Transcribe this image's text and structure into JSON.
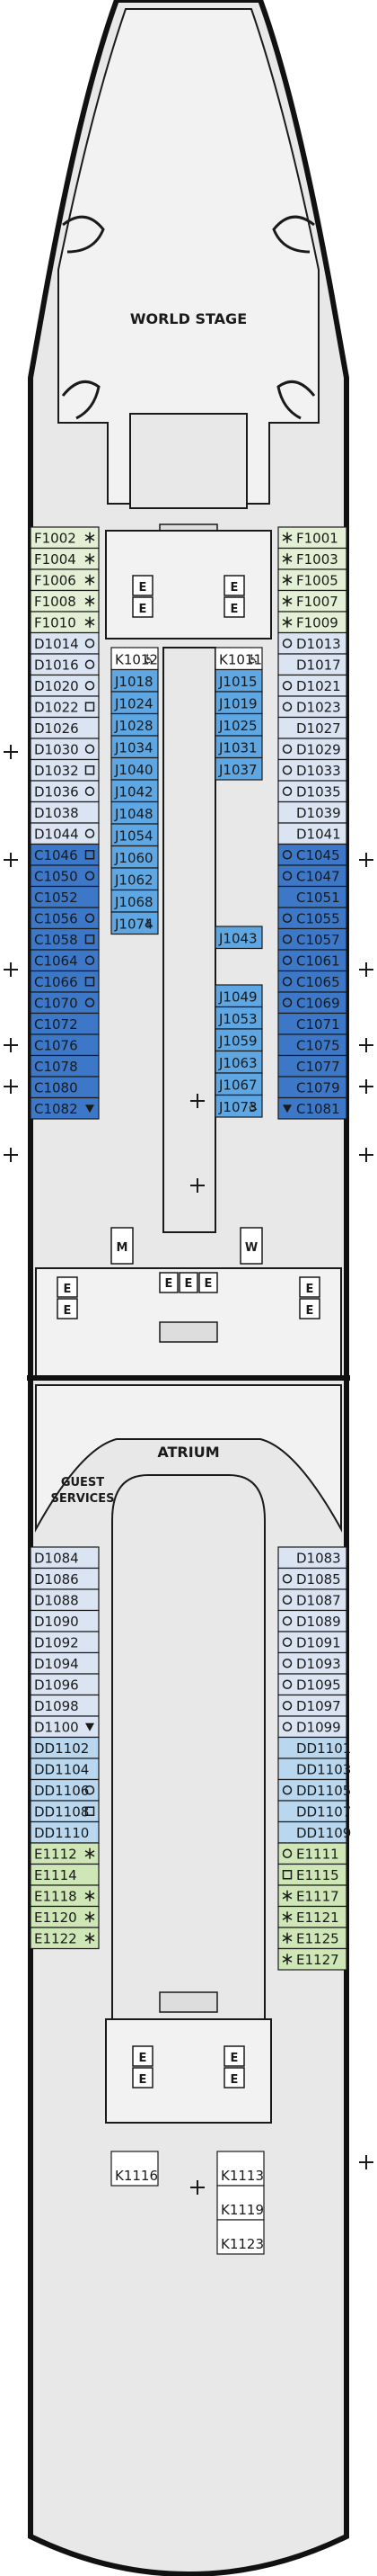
{
  "labels": {
    "world_stage": "WORLD STAGE",
    "atrium": "ATRIUM",
    "guest_services_1": "GUEST",
    "guest_services_2": "SERVICES",
    "elevator": "E",
    "restroom_m": "M",
    "restroom_w": "W"
  },
  "colors": {
    "hull": "#111111",
    "floor": "#e8e8e8",
    "public": "#f2f2f2",
    "cabin_pale_blue": "#dbe4f3",
    "cabin_light_blue": "#b9d8f0",
    "cabin_mid_blue": "#5ea7e2",
    "cabin_deep_blue": "#3c78c7",
    "cabin_green": "#cfe6b6",
    "cabin_green_light": "#e3f0d6",
    "outline": "#1a1a1a"
  },
  "cabins": {
    "fwd_left": [
      {
        "id": "F1002",
        "cat": "green_light",
        "icon": "snowflake"
      },
      {
        "id": "F1004",
        "cat": "green_light",
        "icon": "snowflake"
      },
      {
        "id": "F1006",
        "cat": "green_light",
        "icon": "snowflake"
      },
      {
        "id": "F1008",
        "cat": "green_light",
        "icon": "snowflake"
      },
      {
        "id": "F1010",
        "cat": "green_light",
        "icon": "snowflake"
      },
      {
        "id": "D1014",
        "cat": "pale_blue",
        "icon": "circle"
      },
      {
        "id": "D1016",
        "cat": "pale_blue",
        "icon": "circle"
      },
      {
        "id": "D1020",
        "cat": "pale_blue",
        "icon": "circle"
      },
      {
        "id": "D1022",
        "cat": "pale_blue",
        "icon": "square"
      },
      {
        "id": "D1026",
        "cat": "pale_blue",
        "icon": ""
      },
      {
        "id": "D1030",
        "cat": "pale_blue",
        "icon": "circle"
      },
      {
        "id": "D1032",
        "cat": "pale_blue",
        "icon": "square"
      },
      {
        "id": "D1036",
        "cat": "pale_blue",
        "icon": "circle"
      },
      {
        "id": "D1038",
        "cat": "pale_blue",
        "icon": ""
      },
      {
        "id": "D1044",
        "cat": "pale_blue",
        "icon": "circle"
      },
      {
        "id": "C1046",
        "cat": "deep_blue",
        "icon": "square"
      },
      {
        "id": "C1050",
        "cat": "deep_blue",
        "icon": "circle"
      },
      {
        "id": "C1052",
        "cat": "deep_blue",
        "icon": ""
      },
      {
        "id": "C1056",
        "cat": "deep_blue",
        "icon": "circle"
      },
      {
        "id": "C1058",
        "cat": "deep_blue",
        "icon": "square"
      },
      {
        "id": "C1064",
        "cat": "deep_blue",
        "icon": "circle"
      },
      {
        "id": "C1066",
        "cat": "deep_blue",
        "icon": "square"
      },
      {
        "id": "C1070",
        "cat": "deep_blue",
        "icon": "circle"
      },
      {
        "id": "C1072",
        "cat": "deep_blue",
        "icon": ""
      },
      {
        "id": "C1076",
        "cat": "deep_blue",
        "icon": ""
      },
      {
        "id": "C1078",
        "cat": "deep_blue",
        "icon": ""
      },
      {
        "id": "C1080",
        "cat": "deep_blue",
        "icon": ""
      },
      {
        "id": "C1082",
        "cat": "deep_blue",
        "icon": "triangle"
      }
    ],
    "fwd_right": [
      {
        "id": "F1001",
        "cat": "green_light",
        "icon": "snowflake"
      },
      {
        "id": "F1003",
        "cat": "green_light",
        "icon": "snowflake"
      },
      {
        "id": "F1005",
        "cat": "green_light",
        "icon": "snowflake"
      },
      {
        "id": "F1007",
        "cat": "green_light",
        "icon": "snowflake"
      },
      {
        "id": "F1009",
        "cat": "green_light",
        "icon": "snowflake"
      },
      {
        "id": "D1013",
        "cat": "pale_blue",
        "icon": "circle"
      },
      {
        "id": "D1017",
        "cat": "pale_blue",
        "icon": ""
      },
      {
        "id": "D1021",
        "cat": "pale_blue",
        "icon": "circle"
      },
      {
        "id": "D1023",
        "cat": "pale_blue",
        "icon": "circle"
      },
      {
        "id": "D1027",
        "cat": "pale_blue",
        "icon": ""
      },
      {
        "id": "D1029",
        "cat": "pale_blue",
        "icon": "circle"
      },
      {
        "id": "D1033",
        "cat": "pale_blue",
        "icon": "circle"
      },
      {
        "id": "D1035",
        "cat": "pale_blue",
        "icon": "circle"
      },
      {
        "id": "D1039",
        "cat": "pale_blue",
        "icon": ""
      },
      {
        "id": "D1041",
        "cat": "pale_blue",
        "icon": ""
      },
      {
        "id": "C1045",
        "cat": "deep_blue",
        "icon": "circle"
      },
      {
        "id": "C1047",
        "cat": "deep_blue",
        "icon": "circle"
      },
      {
        "id": "C1051",
        "cat": "deep_blue",
        "icon": ""
      },
      {
        "id": "C1055",
        "cat": "deep_blue",
        "icon": "circle"
      },
      {
        "id": "C1057",
        "cat": "deep_blue",
        "icon": "circle"
      },
      {
        "id": "C1061",
        "cat": "deep_blue",
        "icon": "circle"
      },
      {
        "id": "C1065",
        "cat": "deep_blue",
        "icon": "circle"
      },
      {
        "id": "C1069",
        "cat": "deep_blue",
        "icon": "circle"
      },
      {
        "id": "C1071",
        "cat": "deep_blue",
        "icon": ""
      },
      {
        "id": "C1075",
        "cat": "deep_blue",
        "icon": ""
      },
      {
        "id": "C1077",
        "cat": "deep_blue",
        "icon": ""
      },
      {
        "id": "C1079",
        "cat": "deep_blue",
        "icon": ""
      },
      {
        "id": "C1081",
        "cat": "deep_blue",
        "icon": "triangle"
      }
    ],
    "inner_left": [
      {
        "id": "K1012",
        "cat": "white",
        "icon": "accessible"
      },
      {
        "id": "J1018",
        "cat": "mid_blue",
        "icon": ""
      },
      {
        "id": "J1024",
        "cat": "mid_blue",
        "icon": ""
      },
      {
        "id": "J1028",
        "cat": "mid_blue",
        "icon": ""
      },
      {
        "id": "J1034",
        "cat": "mid_blue",
        "icon": ""
      },
      {
        "id": "J1040",
        "cat": "mid_blue",
        "icon": ""
      },
      {
        "id": "J1042",
        "cat": "mid_blue",
        "icon": ""
      },
      {
        "id": "J1048",
        "cat": "mid_blue",
        "icon": ""
      },
      {
        "id": "J1054",
        "cat": "mid_blue",
        "icon": ""
      },
      {
        "id": "J1060",
        "cat": "mid_blue",
        "icon": ""
      },
      {
        "id": "J1062",
        "cat": "mid_blue",
        "icon": ""
      },
      {
        "id": "J1068",
        "cat": "mid_blue",
        "icon": ""
      },
      {
        "id": "J1074",
        "cat": "mid_blue",
        "icon": "accessible"
      }
    ],
    "inner_right_top": [
      {
        "id": "K1011",
        "cat": "white",
        "icon": "accessible"
      },
      {
        "id": "J1015",
        "cat": "mid_blue",
        "icon": ""
      },
      {
        "id": "J1019",
        "cat": "mid_blue",
        "icon": ""
      },
      {
        "id": "J1025",
        "cat": "mid_blue",
        "icon": ""
      },
      {
        "id": "J1031",
        "cat": "mid_blue",
        "icon": ""
      },
      {
        "id": "J1037",
        "cat": "mid_blue",
        "icon": ""
      }
    ],
    "inner_right_mid": [
      {
        "id": "J1043",
        "cat": "mid_blue",
        "icon": ""
      }
    ],
    "inner_right_low": [
      {
        "id": "J1049",
        "cat": "mid_blue",
        "icon": ""
      },
      {
        "id": "J1053",
        "cat": "mid_blue",
        "icon": ""
      },
      {
        "id": "J1059",
        "cat": "mid_blue",
        "icon": ""
      },
      {
        "id": "J1063",
        "cat": "mid_blue",
        "icon": ""
      },
      {
        "id": "J1067",
        "cat": "mid_blue",
        "icon": ""
      },
      {
        "id": "J1073",
        "cat": "mid_blue",
        "icon": "accessible"
      }
    ],
    "aft_left": [
      {
        "id": "D1084",
        "cat": "pale_blue",
        "icon": ""
      },
      {
        "id": "D1086",
        "cat": "pale_blue",
        "icon": ""
      },
      {
        "id": "D1088",
        "cat": "pale_blue",
        "icon": ""
      },
      {
        "id": "D1090",
        "cat": "pale_blue",
        "icon": ""
      },
      {
        "id": "D1092",
        "cat": "pale_blue",
        "icon": ""
      },
      {
        "id": "D1094",
        "cat": "pale_blue",
        "icon": ""
      },
      {
        "id": "D1096",
        "cat": "pale_blue",
        "icon": ""
      },
      {
        "id": "D1098",
        "cat": "pale_blue",
        "icon": ""
      },
      {
        "id": "D1100",
        "cat": "pale_blue",
        "icon": "triangle"
      },
      {
        "id": "DD1102",
        "cat": "light_blue",
        "icon": ""
      },
      {
        "id": "DD1104",
        "cat": "light_blue",
        "icon": ""
      },
      {
        "id": "DD1106",
        "cat": "light_blue",
        "icon": "circle"
      },
      {
        "id": "DD1108",
        "cat": "light_blue",
        "icon": "square"
      },
      {
        "id": "DD1110",
        "cat": "light_blue",
        "icon": ""
      },
      {
        "id": "E1112",
        "cat": "green",
        "icon": "snowflake"
      },
      {
        "id": "E1114",
        "cat": "green",
        "icon": ""
      },
      {
        "id": "E1118",
        "cat": "green",
        "icon": "snowflake"
      },
      {
        "id": "E1120",
        "cat": "green",
        "icon": "snowflake"
      },
      {
        "id": "E1122",
        "cat": "green",
        "icon": "snowflake"
      }
    ],
    "aft_right": [
      {
        "id": "D1083",
        "cat": "pale_blue",
        "icon": ""
      },
      {
        "id": "D1085",
        "cat": "pale_blue",
        "icon": "circle"
      },
      {
        "id": "D1087",
        "cat": "pale_blue",
        "icon": "circle"
      },
      {
        "id": "D1089",
        "cat": "pale_blue",
        "icon": "circle"
      },
      {
        "id": "D1091",
        "cat": "pale_blue",
        "icon": "circle"
      },
      {
        "id": "D1093",
        "cat": "pale_blue",
        "icon": "circle"
      },
      {
        "id": "D1095",
        "cat": "pale_blue",
        "icon": "circle"
      },
      {
        "id": "D1097",
        "cat": "pale_blue",
        "icon": "circle"
      },
      {
        "id": "D1099",
        "cat": "pale_blue",
        "icon": "circle"
      },
      {
        "id": "DD1101",
        "cat": "light_blue",
        "icon": ""
      },
      {
        "id": "DD1103",
        "cat": "light_blue",
        "icon": ""
      },
      {
        "id": "DD1105",
        "cat": "light_blue",
        "icon": "circle"
      },
      {
        "id": "DD1107",
        "cat": "light_blue",
        "icon": ""
      },
      {
        "id": "DD1109",
        "cat": "light_blue",
        "icon": ""
      },
      {
        "id": "E1111",
        "cat": "green",
        "icon": "circle"
      },
      {
        "id": "E1115",
        "cat": "green",
        "icon": "square"
      },
      {
        "id": "E1117",
        "cat": "green",
        "icon": "snowflake"
      },
      {
        "id": "E1121",
        "cat": "green",
        "icon": "snowflake"
      },
      {
        "id": "E1125",
        "cat": "green",
        "icon": "snowflake"
      },
      {
        "id": "E1127",
        "cat": "green",
        "icon": "snowflake"
      }
    ],
    "aft_inner_left": [
      {
        "id": "K1116",
        "cat": "white",
        "icon": ""
      }
    ],
    "aft_inner_right": [
      {
        "id": "K1113",
        "cat": "white",
        "icon": ""
      },
      {
        "id": "K1119",
        "cat": "white",
        "icon": ""
      },
      {
        "id": "K1123",
        "cat": "white",
        "icon": ""
      }
    ]
  }
}
